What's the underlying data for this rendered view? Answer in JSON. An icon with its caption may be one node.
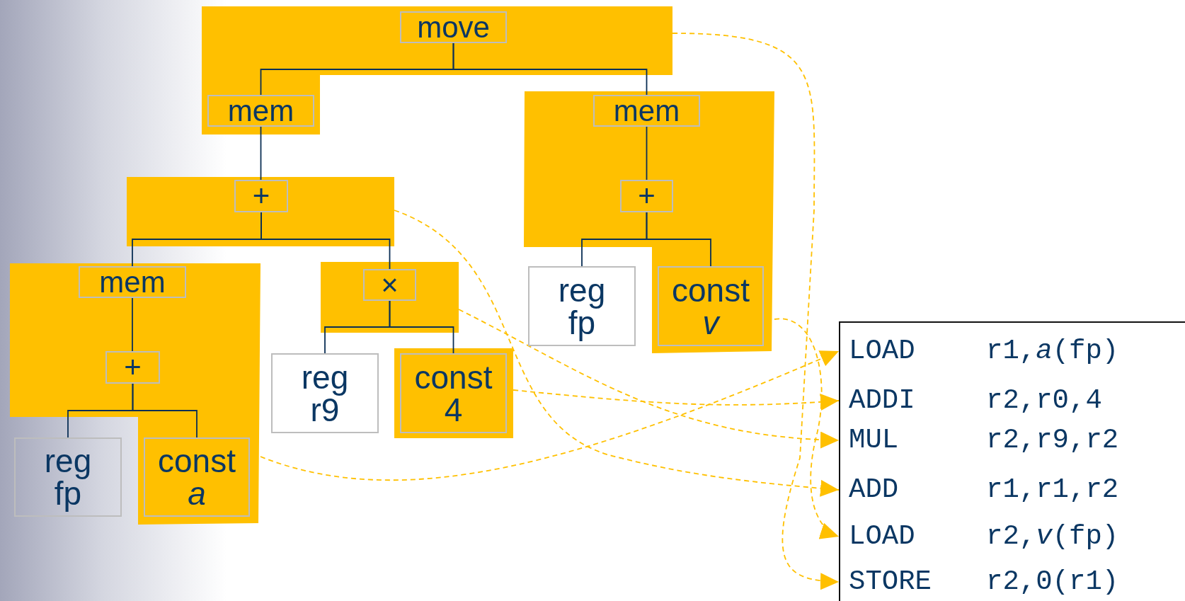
{
  "diagram": {
    "nodes": [
      {
        "text": [],
        "shape": "box"
      },
      {
        "text": [
          "move"
        ],
        "in": 0
      },
      {
        "text": [
          "mem"
        ],
        "in": 0
      },
      {
        "text": [],
        "shape": "box"
      },
      {
        "text": [
          "mem"
        ],
        "in": 3
      },
      {
        "text": [
          "+"
        ],
        "in": 3
      },
      {
        "text": [],
        "shape": "box"
      },
      {
        "text": [
          "+"
        ],
        "in": 6
      },
      {
        "text": [],
        "shape": "box"
      },
      {
        "text": [
          "mem"
        ],
        "in": 8
      },
      {
        "text": [
          "+"
        ],
        "in": 8
      },
      {
        "text": [],
        "shape": "box"
      },
      {
        "text": [
          "×"
        ],
        "in": 11
      },
      {
        "text": [
          "reg fp"
        ]
      },
      {
        "text": [
          "const *v*"
        ],
        "in": 3
      },
      {
        "text": [
          "reg r9"
        ]
      },
      {
        "text": [],
        "shape": "box"
      },
      {
        "text": [
          "const 4"
        ],
        "in": 16
      },
      {
        "text": [
          "reg fp"
        ]
      },
      {
        "text": [
          "const *a*"
        ],
        "in": 8
      },
      {
        "text": [],
        "shape": "box"
      },
      {
        "text": [
          "LOAD",
          "r1,*a*(fp)"
        ],
        "in": 20
      },
      {
        "text": [
          "ADDI",
          "r2,r0,4"
        ],
        "in": 20
      },
      {
        "text": [
          "MUL",
          "r2,r9,r2"
        ],
        "in": 20
      },
      {
        "text": [
          "ADD",
          "r1,r1,r2"
        ],
        "in": 20
      },
      {
        "text": [
          "LOAD",
          "r2,*v*(fp)"
        ],
        "in": 20
      },
      {
        "text": [
          "STORE",
          "r2,0(r1)"
        ],
        "in": 20
      }
    ],
    "edges": [
      {
        "from": 1,
        "to": 2,
        "arrow": "none"
      },
      {
        "from": 1,
        "to": 4,
        "arrow": "none"
      },
      {
        "from": 2,
        "to": 7,
        "arrow": "none"
      },
      {
        "from": 4,
        "to": 5,
        "arrow": "none"
      },
      {
        "from": 7,
        "to": 9,
        "arrow": "none"
      },
      {
        "from": 7,
        "to": 12,
        "arrow": "none"
      },
      {
        "from": 9,
        "to": 10,
        "arrow": "none"
      },
      {
        "from": 12,
        "to": 15,
        "arrow": "none"
      },
      {
        "from": 12,
        "to": 17,
        "arrow": "none"
      },
      {
        "from": 5,
        "to": 13,
        "arrow": "none"
      },
      {
        "from": 5,
        "to": 14,
        "arrow": "none"
      },
      {
        "from": 10,
        "to": 18,
        "arrow": "none"
      },
      {
        "from": 10,
        "to": 19,
        "arrow": "none"
      },
      {
        "from": 8,
        "to": 21,
        "arrow": "to",
        "style": "dashed",
        "color": "#ffc000"
      },
      {
        "from": 16,
        "to": 22,
        "arrow": "to",
        "style": "dashed",
        "color": "#ffc000"
      },
      {
        "from": 11,
        "to": 23,
        "arrow": "to",
        "style": "dashed",
        "color": "#ffc000"
      },
      {
        "from": 6,
        "to": 24,
        "arrow": "to",
        "style": "dashed",
        "color": "#ffc000"
      },
      {
        "from": 3,
        "to": 25,
        "arrow": "to",
        "style": "dashed",
        "color": "#ffc000"
      },
      {
        "from": 0,
        "to": 26,
        "arrow": "to",
        "style": "dashed",
        "color": "#ffc000"
      }
    ]
  }
}
